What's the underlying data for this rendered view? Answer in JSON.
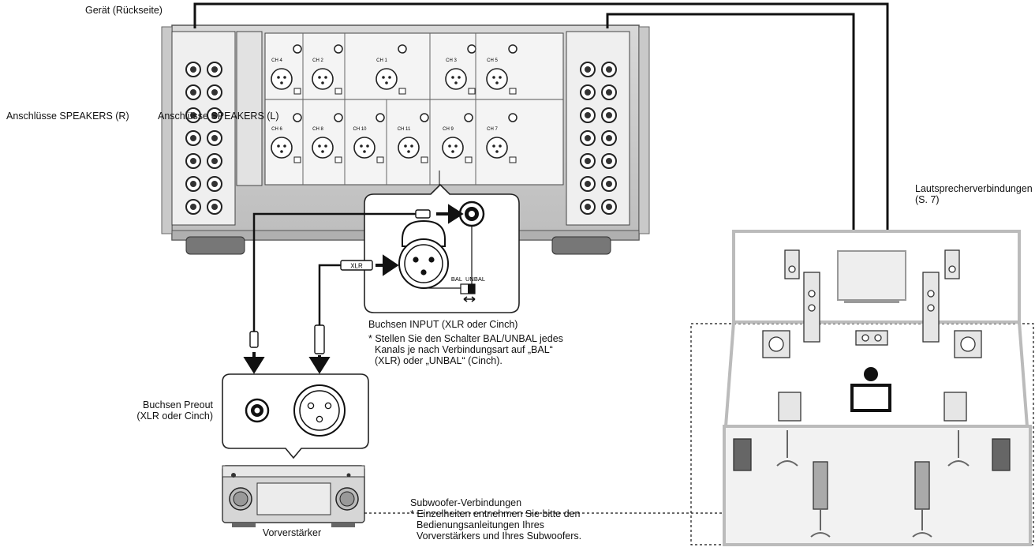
{
  "labels": {
    "device_rear": "Gerät (Rückseite)",
    "speakers_r": "Anschlüsse SPEAKERS (R)",
    "speakers_l": "Anschlüsse SPEAKERS (L)",
    "speaker_connections": [
      "Lautsprecherverbindungen",
      "(S. 7)"
    ],
    "input_jacks": {
      "title": "Buchsen INPUT (XLR oder Cinch)",
      "note": [
        "* Stellen Sie den Schalter BAL/UNBAL jedes",
        "Kanals je nach Verbindungsart auf „BAL“",
        "(XLR) oder „UNBAL“ (Cinch)."
      ]
    },
    "preout_jacks": [
      "Buchsen Preout",
      "(XLR oder Cinch)"
    ],
    "preamp": "Vorverstärker",
    "subwoofer": {
      "title": "Subwoofer-Verbindungen",
      "note": [
        "* Einzelheiten entnehmen Sie bitte den",
        "Bedienungsanleitungen Ihres",
        "Vorverstärkers und Ihres Subwoofers."
      ]
    }
  },
  "panel_labels": {
    "bal": "BAL",
    "unbal": "UNBAL",
    "xlr": "XLR"
  },
  "channels": {
    "upper_inputs": [
      "CH 4",
      "CH 2",
      "CH 1",
      "CH 3",
      "CH 5"
    ],
    "lower_inputs": [
      "CH 6",
      "CH 8",
      "CH 10",
      "CH 11",
      "CH 9",
      "CH 7"
    ]
  }
}
